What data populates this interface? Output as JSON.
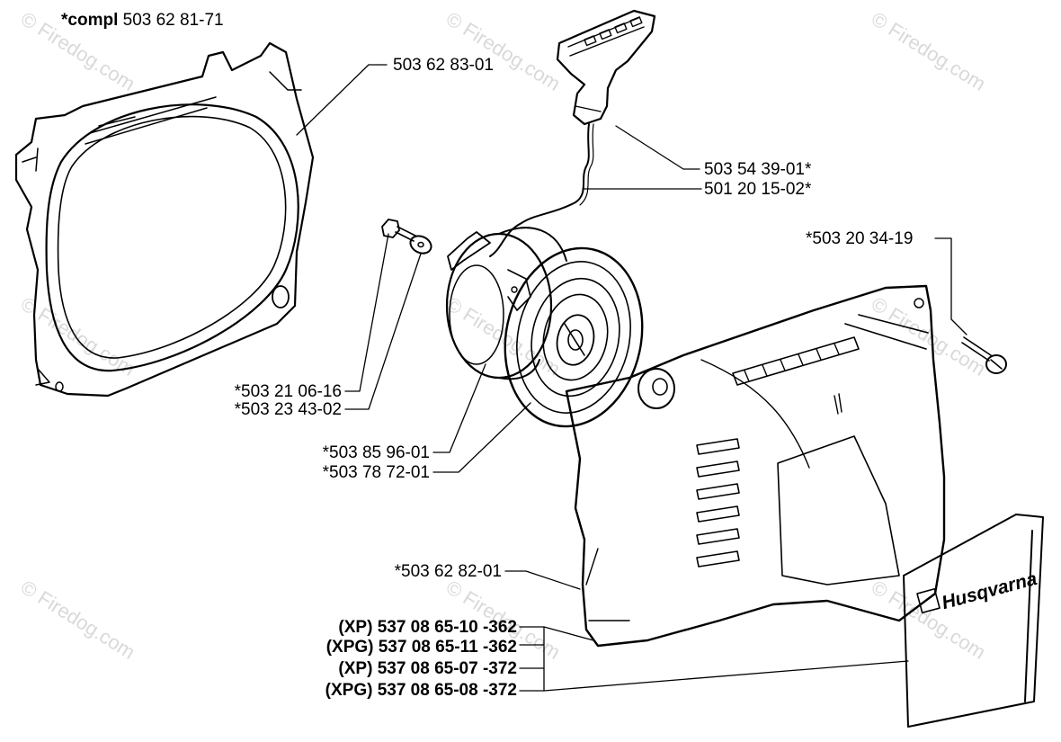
{
  "watermark": "© Firedog.com",
  "brand_text": "Husqvarna",
  "labels": {
    "compl_prefix": "*compl",
    "compl_number": "503 62 81-71",
    "housing": "503 62 83-01",
    "handle": "503 54 39-01*",
    "rope": "501 20 15-02*",
    "cover_screw": "*503 20 34-19",
    "screw": "*503 21 06-16",
    "washer": "*503 23 43-02",
    "pulley": "*503 85 96-01",
    "spring": "*503 78 72-01",
    "cover": "*503 62 82-01",
    "decal_1": "(XP) 537 08 65-10 -362",
    "decal_2": "(XPG) 537 08 65-11 -362",
    "decal_3": "(XP) 537 08 65-07 -372",
    "decal_4": "(XPG) 537 08 65-08 -372"
  }
}
